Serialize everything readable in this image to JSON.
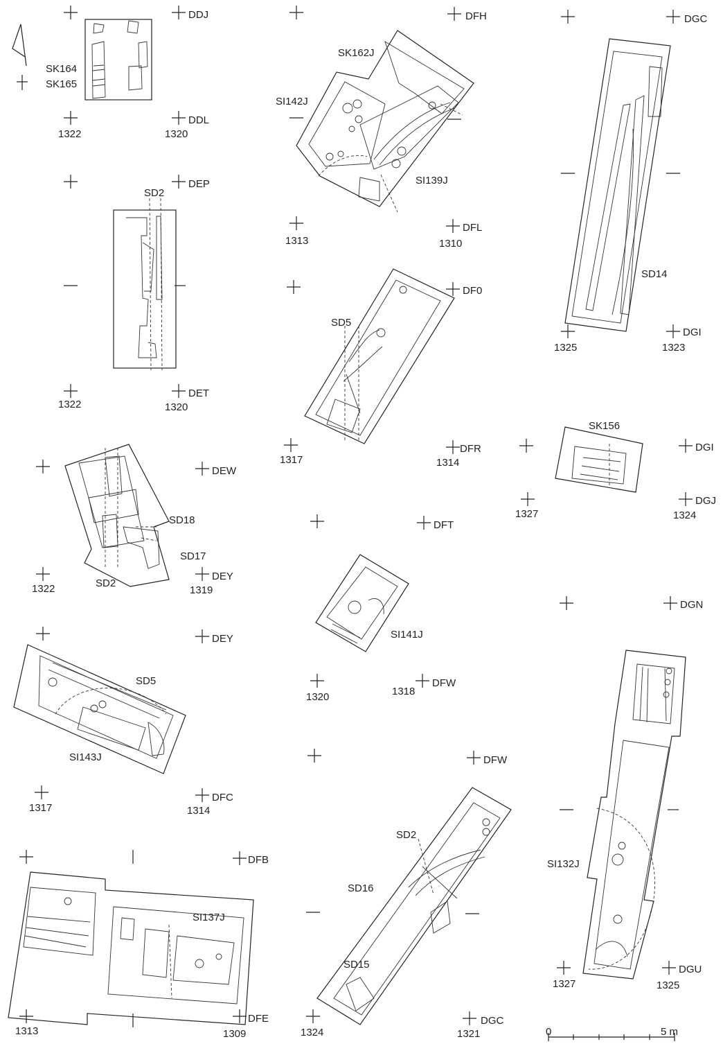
{
  "grid_labels": {
    "ddj": "DDJ",
    "ddl": "DDL",
    "dep": "DEP",
    "det": "DET",
    "dew": "DEW",
    "dey1": "DEY",
    "dey2": "DEY",
    "dfc": "DFC",
    "dfb": "DFB",
    "dfe": "DFE",
    "dfh": "DFH",
    "dfl": "DFL",
    "dfo": "DF0",
    "dfr": "DFR",
    "dft": "DFT",
    "dfw1": "DFW",
    "dfw2": "DFW",
    "dgc1": "DGC",
    "dgc2": "DGC",
    "dgi1": "DGI",
    "dgi2": "DGI",
    "dgj": "DGJ",
    "dgn": "DGN",
    "dgu": "DGU"
  },
  "grid_numbers": {
    "n1322a": "1322",
    "n1320a": "1320",
    "n1322b": "1322",
    "n1320b": "1320",
    "n1322c": "1322",
    "n1319": "1319",
    "n1317a": "1317",
    "n1314a": "1314",
    "n1313a": "1313",
    "n1309": "1309",
    "n1313b": "1313",
    "n1310": "1310",
    "n1317b": "1317",
    "n1314b": "1314",
    "n1320c": "1320",
    "n1318": "1318",
    "n1324": "1324",
    "n1321": "1321",
    "n1325a": "1325",
    "n1323": "1323",
    "n1327a": "1327",
    "n1324b": "1324",
    "n1327b": "1327",
    "n1325b": "1325"
  },
  "features": {
    "sk164": "SK164",
    "sk165": "SK165",
    "sd2_a": "SD2",
    "sd18": "SD18",
    "sd17": "SD17",
    "sd2_b": "SD2",
    "sd5_a": "SD5",
    "si143j": "SI143J",
    "si137j": "SI137J",
    "sk162j": "SK162J",
    "si142j": "SI142J",
    "si139j": "SI139J",
    "sd5_b": "SD5",
    "si141j": "SI141J",
    "sd2_c": "SD2",
    "sd16": "SD16",
    "sd15": "SD15",
    "sd14": "SD14",
    "sk156": "SK156",
    "si132j": "SI132J"
  },
  "scale_bar": {
    "start": "0",
    "end": "5 m"
  }
}
